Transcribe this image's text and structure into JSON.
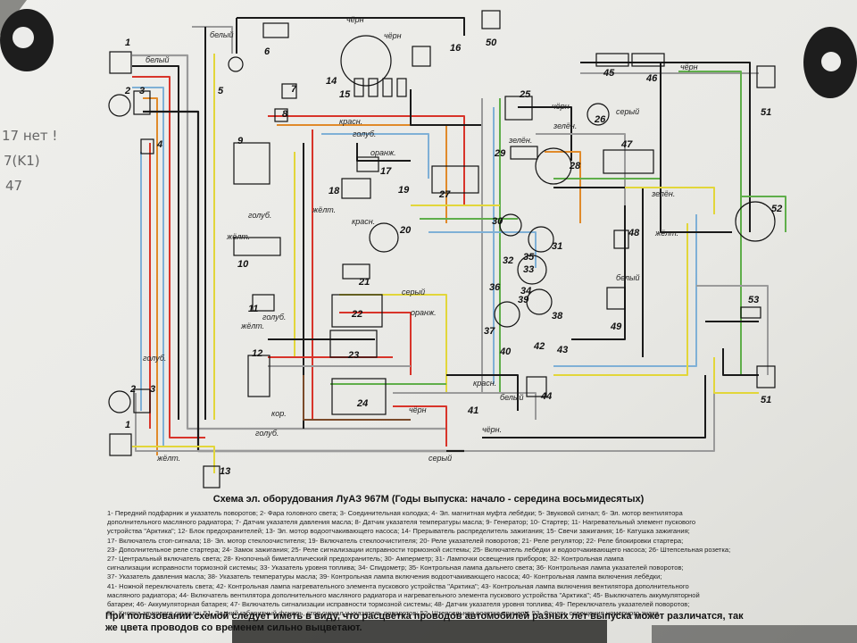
{
  "caption": "Схема эл. оборудования ЛуАЗ 967М (Годы выпуска: начало -  середина восьмидесятых)",
  "legend_lines": [
    "1- Передний подфарник и указатель поворотов; 2- Фара головного света; 3- Соединительная колодка; 4- Эл. магнитная муфта лебёдки; 5- Звуковой сигнал; 6- Эл. мотор вентилятора",
    "дополнительного масляного радиатора; 7- Датчик указателя давления масла; 8- Датчик указателя температуры масла; 9- Генератор; 10- Стартер; 11- Нагревательный элемент пускового",
    "устройства \"Арктика\"; 12- Блок предохранителей; 13- Эл. мотор водоотчакивающего насоса; 14- Прерыватель распределитель зажигания; 15- Свечи зажигания; 16- Катушка зажигания;",
    "17- Включатель стоп-сигнала; 18- Эл. мотор стеклоочистителя; 19- Включатель стеклоочистителя; 20- Реле указателей поворотов; 21- Реле регулятор; 22- Реле блокировки стартера;",
    "23- Дополнительное реле стартера; 24- Замок зажигания; 25- Реле сигнализации исправности тормозной системы; 25- Включатель лебёдки и водоотчакивающего насоса; 26- Штепсельная розетка;",
    "27- Центральный включатель света; 28- Кнопочный биметаллический предохранитель; 30- Амперметр; 31- Лампочки освещения приборов; 32- Контрольная лампа",
    "сигнализации исправности тормозной системы; 33- Указатель уровня топлива; 34- Спидометр; 35- Контрольная лампа дальнего света; 36- Контрольная лампа указателей поворотов;",
    "37- Указатель давления масла; 38- Указатель температуры масла; 39- Контрольная лампа включения водоотчакивающего насоса; 40- Контрольная лампа включения лебёдки;",
    "41- Ножной переключатель света; 42- Контрольная лампа нагревательного элемента пускового устройства \"Арктика\"; 43- Контрольная лампа включения вентилятора дополнительного",
    "масляного радиатора; 44- Включатель вентилятора дополнительного масляного радиатора и нагревательного элемента пускового устройства \"Арктика\"; 45- Выключатель аккумуляторной",
    "батареи; 46- Аккумуляторная батарея; 47- Включатель сигнализации исправности тормозной системы; 48- Датчик указателя уровня топлива; 49- Переключатель указателей поворотов;",
    "50- Кнопка звукового сигнала; 51- Задний габаритный фонарь, стоп сигнал и указатель поворотов; 52- Штепсельная розетка прицепа; 53- Фонарь освещения номерного знака."
  ],
  "footnote": "При пользовании схемой следует иметь в виду, что расцветка проводов автомобилей разных лет выпуска может различатся, так же цвета проводов со временем сильно выцветают.",
  "handwritten_notes": [
    "17 нет !",
    "7(K1)",
    "47"
  ],
  "wire_colors": {
    "red": "#d8342a",
    "black": "#1a1a1a",
    "blue": "#7fb0d6",
    "green": "#5fae4a",
    "yellow": "#e2d63a",
    "orange": "#e08a2a",
    "grey": "#9a9a9a",
    "brown": "#7a4a2a",
    "white": "#f2f2f2"
  },
  "wire_labels": [
    {
      "text": "белый"
    },
    {
      "text": "чёрн"
    },
    {
      "text": "чёрн"
    },
    {
      "text": "белый"
    },
    {
      "text": "красн."
    },
    {
      "text": "голуб."
    },
    {
      "text": "оранж."
    },
    {
      "text": "жёлт."
    },
    {
      "text": "голуб."
    },
    {
      "text": "красн."
    },
    {
      "text": "зелён."
    },
    {
      "text": "серый"
    },
    {
      "text": "чёрн"
    },
    {
      "text": "жёлт."
    },
    {
      "text": "зелён."
    },
    {
      "text": "голуб."
    },
    {
      "text": "жёлт."
    },
    {
      "text": "белый"
    },
    {
      "text": "серый"
    },
    {
      "text": "жёлт."
    },
    {
      "text": "чёрн"
    },
    {
      "text": "чёрн"
    },
    {
      "text": "голуб."
    },
    {
      "text": "кор."
    },
    {
      "text": "красн."
    },
    {
      "text": "зелён."
    },
    {
      "text": "оранж."
    },
    {
      "text": "белый"
    },
    {
      "text": "чёрн."
    },
    {
      "text": "жёлт."
    },
    {
      "text": "голуб."
    },
    {
      "text": "серый"
    }
  ],
  "components": [
    {
      "num": "1"
    },
    {
      "num": "2"
    },
    {
      "num": "3"
    },
    {
      "num": "4"
    },
    {
      "num": "5"
    },
    {
      "num": "6"
    },
    {
      "num": "7"
    },
    {
      "num": "8"
    },
    {
      "num": "9"
    },
    {
      "num": "10"
    },
    {
      "num": "11"
    },
    {
      "num": "12"
    },
    {
      "num": "13"
    },
    {
      "num": "14"
    },
    {
      "num": "15"
    },
    {
      "num": "16"
    },
    {
      "num": "17"
    },
    {
      "num": "18"
    },
    {
      "num": "19"
    },
    {
      "num": "20"
    },
    {
      "num": "21"
    },
    {
      "num": "22"
    },
    {
      "num": "23"
    },
    {
      "num": "24"
    },
    {
      "num": "25"
    },
    {
      "num": "26"
    },
    {
      "num": "27"
    },
    {
      "num": "28"
    },
    {
      "num": "29"
    },
    {
      "num": "30"
    },
    {
      "num": "31"
    },
    {
      "num": "32"
    },
    {
      "num": "33"
    },
    {
      "num": "34"
    },
    {
      "num": "35"
    },
    {
      "num": "36"
    },
    {
      "num": "37"
    },
    {
      "num": "38"
    },
    {
      "num": "39"
    },
    {
      "num": "40"
    },
    {
      "num": "41"
    },
    {
      "num": "42"
    },
    {
      "num": "43"
    },
    {
      "num": "44"
    },
    {
      "num": "45"
    },
    {
      "num": "46"
    },
    {
      "num": "47"
    },
    {
      "num": "48"
    },
    {
      "num": "49"
    },
    {
      "num": "50"
    },
    {
      "num": "51"
    },
    {
      "num": "52"
    },
    {
      "num": "53"
    },
    {
      "num": "1"
    },
    {
      "num": "2"
    },
    {
      "num": "3"
    },
    {
      "num": "51"
    }
  ]
}
